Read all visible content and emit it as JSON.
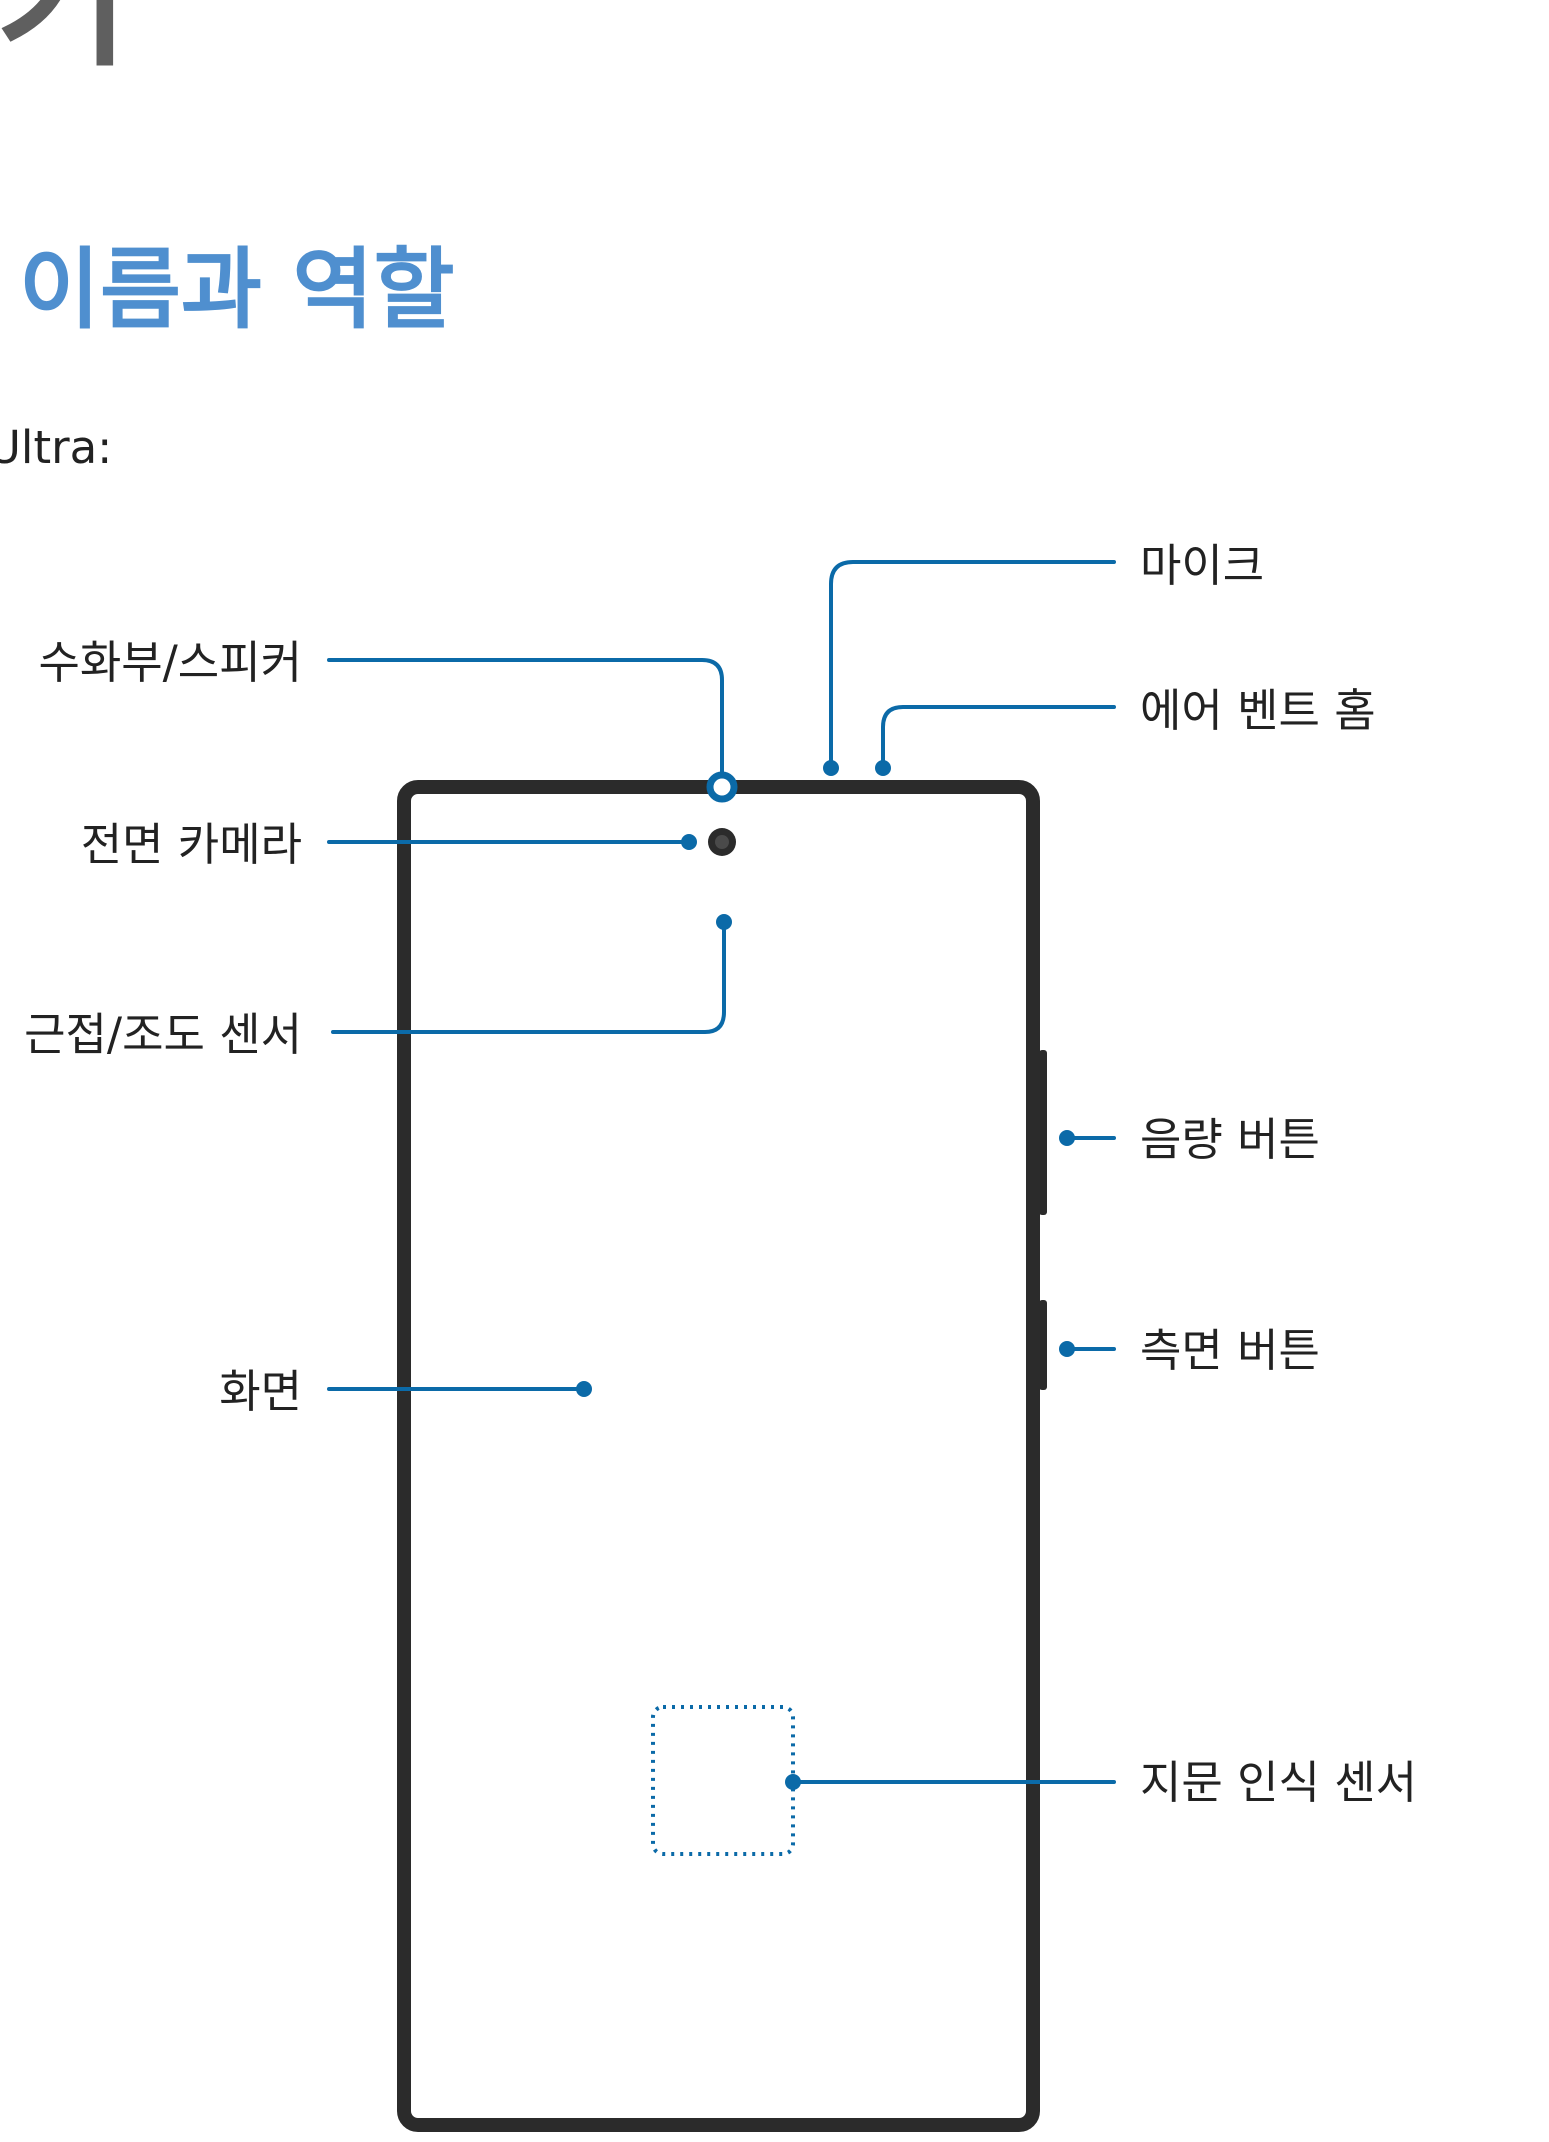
{
  "header": {
    "fragment": "기",
    "section_title": "이름과 역할",
    "intro": "Ultra:"
  },
  "diagram": {
    "labels": {
      "mic": "마이크",
      "air_vent": "에어 벤트 홈",
      "receiver_speaker": "수화부/스피커",
      "front_camera": "전면 카메라",
      "proximity_light_sensor": "근접/조도 센서",
      "volume_button": "음량 버튼",
      "side_button": "측면 버튼",
      "screen": "화면",
      "fingerprint_sensor": "지문 인식 센서"
    }
  },
  "colors": {
    "title_blue": "#4f8fcf",
    "callout_blue": "#0b6aa8",
    "device_outline": "#2b2b2b",
    "text": "#222222"
  }
}
